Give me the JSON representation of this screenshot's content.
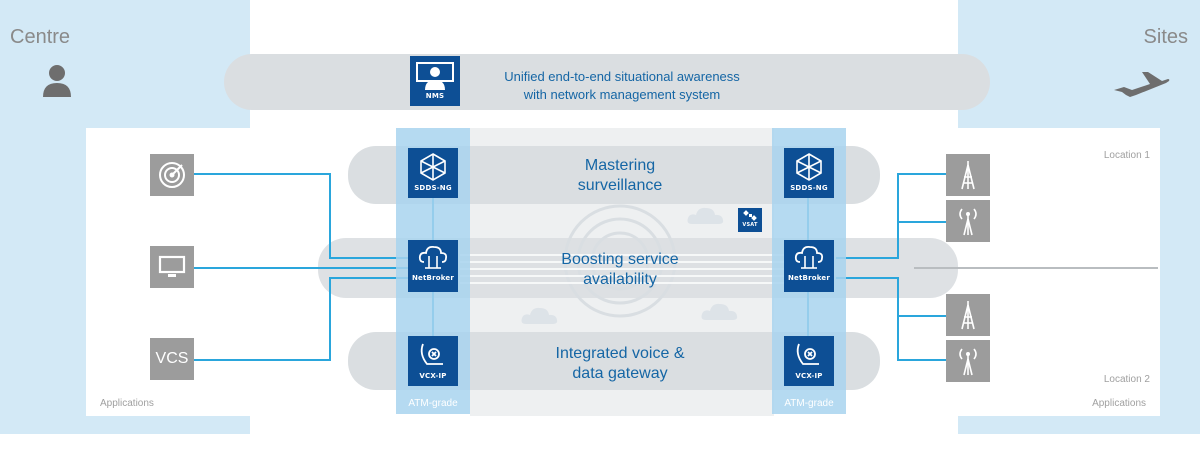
{
  "regions": {
    "centre": "Centre",
    "sites": "Sites"
  },
  "nms": {
    "caption": "NMS",
    "text_line1": "Unified end-to-end situational awareness",
    "text_line2": "with network management system"
  },
  "bands": {
    "surveillance_line1": "Mastering",
    "surveillance_line2": "surveillance",
    "availability_line1": "Boosting service",
    "availability_line2": "availability",
    "gateway_line1": "Integrated voice &",
    "gateway_line2": "data gateway"
  },
  "products": {
    "sdds": "SDDS-NG",
    "netbroker": "NetBroker",
    "vcx": "VCX-IP",
    "vsat": "VSAT"
  },
  "applications": {
    "vcs": "VCS",
    "left_label": "Applications",
    "right_label": "Applications"
  },
  "atm_grade": {
    "left": "ATM-grade",
    "right": "ATM-grade"
  },
  "locations": {
    "location1": "Location 1",
    "location2": "Location 2"
  },
  "colors": {
    "region": "#d3e9f6",
    "band": "#dadee1",
    "column": "#a8d3ef",
    "product": "#0d4f95",
    "line": "#2aa6dc",
    "text_blue": "#1566a5"
  }
}
